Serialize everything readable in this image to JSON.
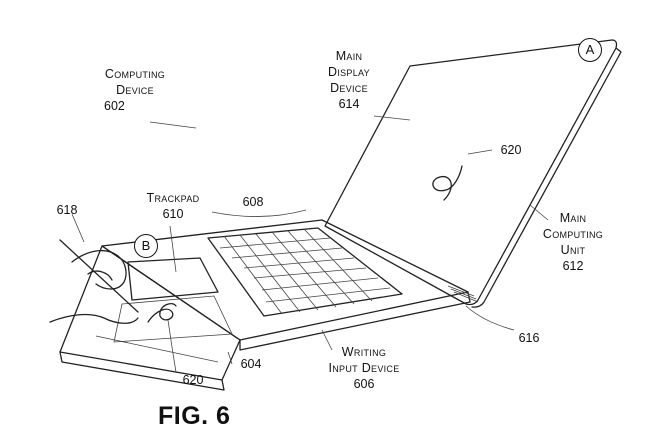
{
  "figure": {
    "caption": "FIG. 6",
    "labels": {
      "computing_device": {
        "line1": "Computing",
        "line2": "Device",
        "ref": "602"
      },
      "main_display": {
        "line1": "Main",
        "line2": "Display",
        "line3": "Device",
        "ref": "614"
      },
      "drawing_on_display": {
        "ref": "620"
      },
      "trackpad": {
        "line1": "Trackpad",
        "ref": "610"
      },
      "keyboard": {
        "ref": "608"
      },
      "main_computing_unit": {
        "line1": "Main",
        "line2": "Computing",
        "line3": "Unit",
        "ref": "612"
      },
      "stylus": {
        "ref": "618"
      },
      "hinge": {
        "ref": "616"
      },
      "writing_input_device": {
        "line1": "Writing",
        "line2": "Input Device",
        "ref": "606"
      },
      "surface_edge": {
        "ref": "604"
      },
      "drawing_on_input": {
        "ref": "620"
      }
    },
    "markers": {
      "display_marker": "A",
      "input_marker": "B"
    }
  }
}
